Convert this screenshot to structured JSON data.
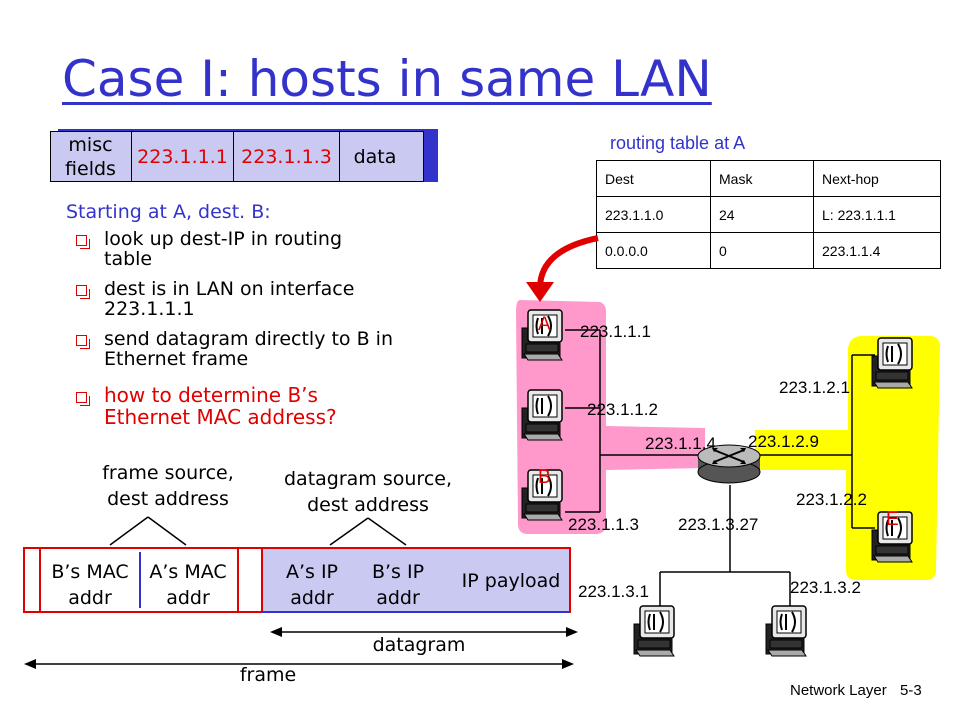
{
  "title": "Case I: hosts in same LAN",
  "header": {
    "misc_line1": "misc",
    "misc_line2": "fields",
    "src_ip": "223.1.1.1",
    "dst_ip": "223.1.1.3",
    "data": "data"
  },
  "steps": {
    "heading": "Starting at A, dest. B:",
    "items": [
      {
        "line1": "look up dest-IP in routing",
        "line2": "table"
      },
      {
        "line1": "dest is in LAN on interface",
        "line2": "223.1.1.1"
      },
      {
        "line1": "send datagram directly to B in",
        "line2": "Ethernet frame"
      },
      {
        "line1": "how to determine B’s",
        "line2": "Ethernet MAC address?"
      }
    ]
  },
  "routing_table": {
    "caption": "routing table at A",
    "headers": [
      "Dest",
      "Mask",
      "Next-hop"
    ],
    "rows": [
      [
        "223.1.1.0",
        "24",
        "L: 223.1.1.1"
      ],
      [
        "0.0.0.0",
        "0",
        "223.1.1.4"
      ]
    ]
  },
  "network": {
    "host_a": "A",
    "host_b": "B",
    "host_e": "E",
    "addresses": {
      "a": "223.1.1.1",
      "a2": "223.1.1.2",
      "r1": "223.1.1.4",
      "r2": "223.1.2.9",
      "b": "223.1.1.3",
      "r3": "223.1.3.27",
      "e1": "223.1.2.1",
      "e2": "223.1.2.2",
      "c1": "223.1.3.1",
      "c2": "223.1.3.2"
    }
  },
  "frame": {
    "frame_label_1": "frame source,",
    "frame_label_2": "dest address",
    "dgram_label_1": "datagram source,",
    "dgram_label_2": "dest address",
    "b_mac_1": "B’s MAC",
    "b_mac_2": "addr",
    "a_mac_1": "A’s MAC",
    "a_mac_2": "addr",
    "a_ip_1": "A’s IP",
    "a_ip_2": "addr",
    "b_ip_1": "B’s IP",
    "b_ip_2": "addr",
    "payload": "IP payload",
    "datagram": "datagram",
    "frame": "frame"
  },
  "footer": {
    "section": "Network Layer",
    "page": "5-3"
  },
  "colors": {
    "accent": "#3333cc",
    "red": "#e00000",
    "lan_pink": "#ff99cc",
    "lan_yellow": "#ffff00",
    "box_fill": "#c9c9f1"
  }
}
